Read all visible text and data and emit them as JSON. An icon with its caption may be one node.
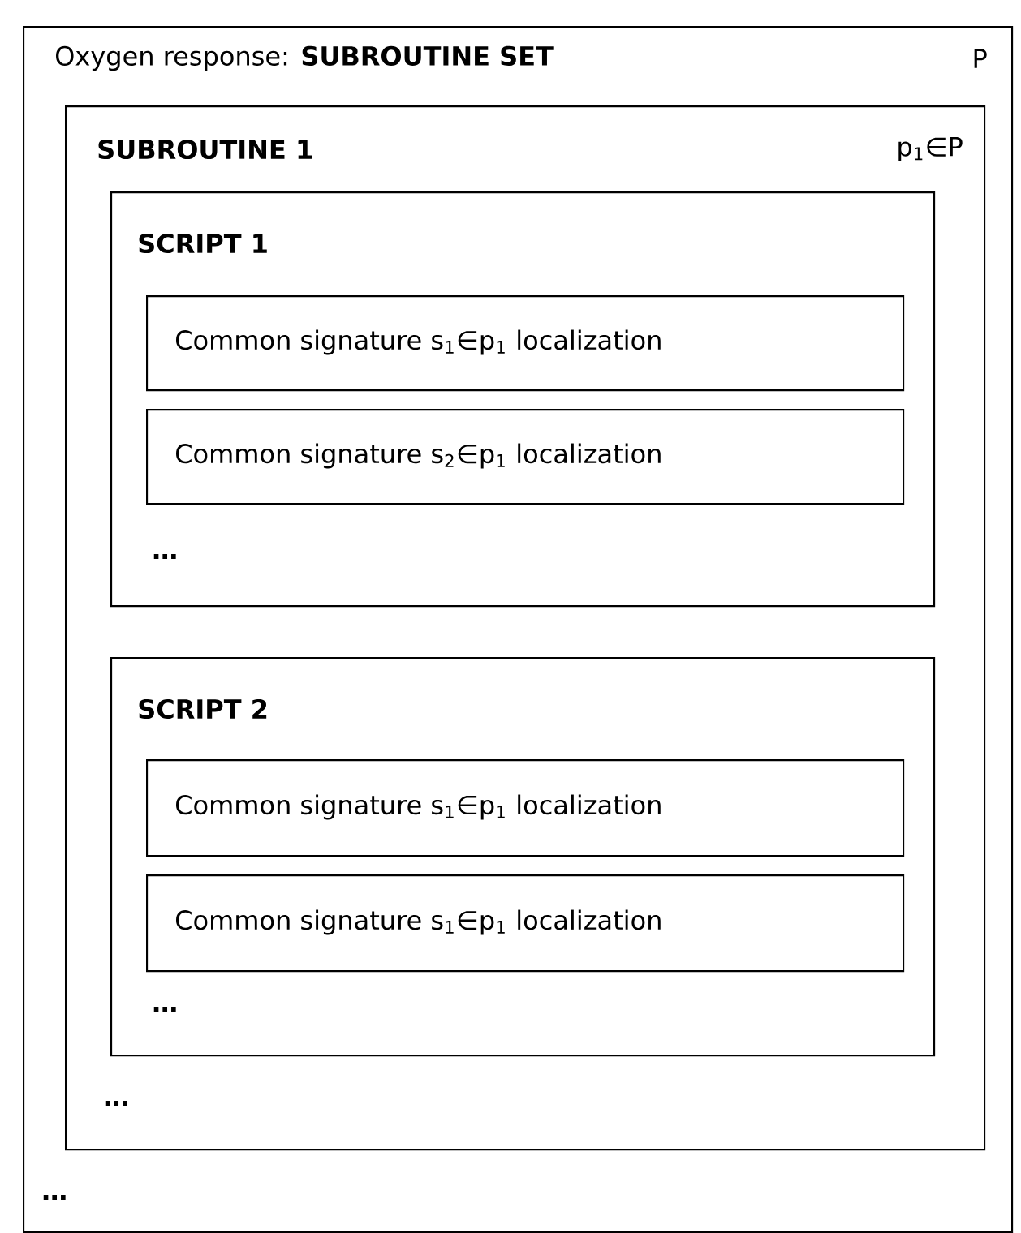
{
  "diagram": {
    "nodes": [
      {
        "text": [
          "Oxygen response: **SUBROUTINE SET**",
          "P",
          "…"
        ]
      },
      {
        "text": [
          "SUBROUTINE 1",
          "p$_{1}$∈P",
          "…"
        ],
        "in": 0
      },
      {
        "text": [
          "SCRIPT 1",
          "…"
        ],
        "in": 1
      },
      {
        "text": [
          "Common signature s$_{1}$∈p$_{1}$ localization"
        ],
        "in": 2
      },
      {
        "text": [
          "Common signature s$_{2}$∈p$_{1}$ localization"
        ],
        "in": 2
      },
      {
        "text": [
          "SCRIPT 2",
          "…"
        ],
        "in": 1
      },
      {
        "text": [
          "Common signature s$_{1}$∈p$_{1}$ localization"
        ],
        "in": 5
      },
      {
        "text": [
          "Common signature s$_{1}$∈p$_{1}$ localization"
        ],
        "in": 5
      }
    ]
  }
}
